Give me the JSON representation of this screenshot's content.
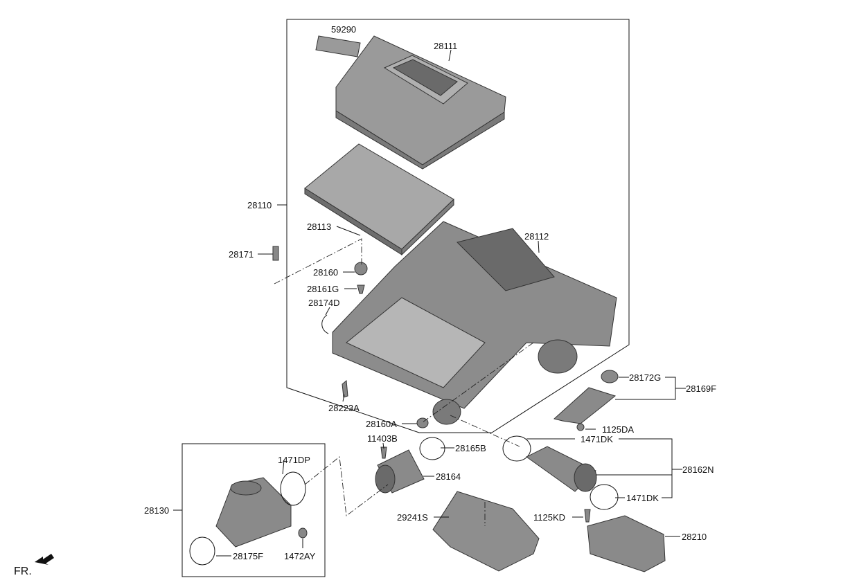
{
  "labels": {
    "p59290": "59290",
    "p28111": "28111",
    "p28110": "28110",
    "p28113": "28113",
    "p28112": "28112",
    "p28171": "28171",
    "p28160": "28160",
    "p28161G": "28161G",
    "p28174D": "28174D",
    "p28172G": "28172G",
    "p28169F": "28169F",
    "p28223A": "28223A",
    "p28160A": "28160A",
    "p1125DA": "1125DA",
    "p11403B": "11403B",
    "p28165B": "28165B",
    "p1471DK_top": "1471DK",
    "p28162N": "28162N",
    "p1471DP": "1471DP",
    "p28164": "28164",
    "p28130": "28130",
    "p1471DK_bottom": "1471DK",
    "p29241S": "29241S",
    "p1125KD": "1125KD",
    "p28210": "28210",
    "p28175F": "28175F",
    "p1472AY": "1472AY"
  },
  "direction_indicator": "FR.",
  "colors": {
    "part_fill": "#8c8c8c",
    "part_dark": "#5a5a5a",
    "part_light": "#b4b4b4",
    "line": "#111111"
  }
}
